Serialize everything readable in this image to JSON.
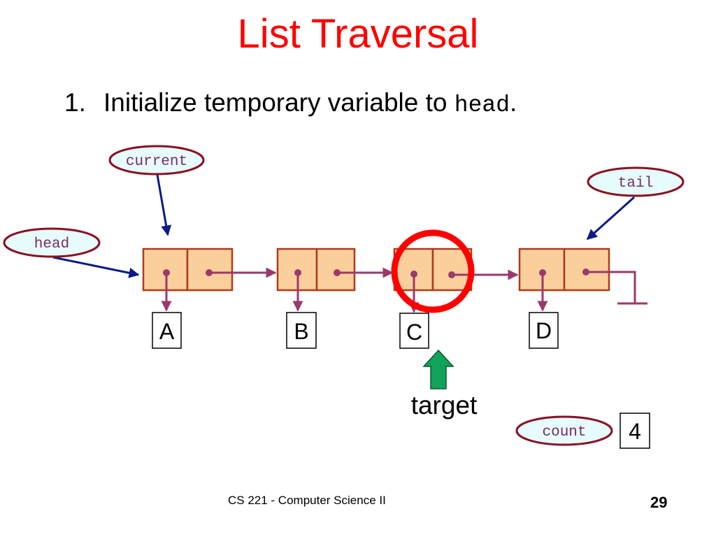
{
  "slide": {
    "title": "List Traversal",
    "step_number": "1.",
    "step_text": "Initialize temporary variable to ",
    "step_code": "head",
    "step_end": "."
  },
  "pointers": {
    "current": "current",
    "head": "head",
    "tail": "tail",
    "count": "count"
  },
  "nodes": [
    "A",
    "B",
    "C",
    "D"
  ],
  "target_label": "target",
  "count_value": "4",
  "footer": {
    "course": "CS 221 - Computer Science II",
    "page": "29"
  },
  "colors": {
    "title": "#ff0000",
    "node_fill": "#fbcf9c",
    "node_border": "#b03a1a",
    "link": "#9a3a6a",
    "pointer_arrow": "#0a1a8a",
    "ellipse_border": "#8a1020",
    "ellipse_fill": "#e6fbfb",
    "highlight_circle": "#ff0000",
    "target_arrow": "#11a35a"
  }
}
